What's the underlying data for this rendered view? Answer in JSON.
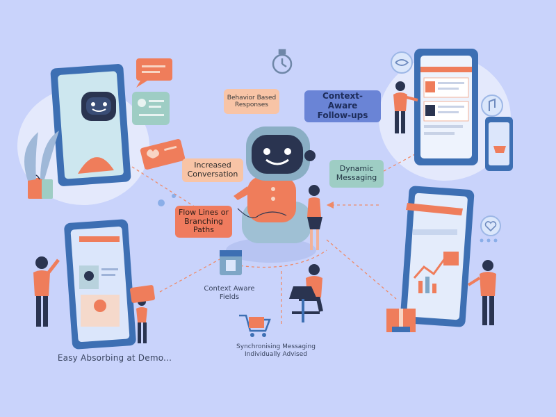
{
  "labels": {
    "behavior_responses": "Behavior Based Responses",
    "context_followups": "Context-Aware Follow-ups",
    "increased_conversation": "Increased Conversation",
    "dynamic_messaging": "Dynamic Messaging",
    "flow_lines": "Flow Lines or Branching Paths",
    "context_fields": "Context Aware Fields",
    "synchronising": "Synchronising Messaging Individually Advised",
    "easy_absorbing": "Easy Absorbing at Demo..."
  },
  "colors": {
    "background": "#c9d3fb",
    "bubble_peach": "#f8c4a6",
    "bubble_blue": "#6a84d6",
    "bubble_teal": "#9ecdc4",
    "bubble_coral": "#ef7b5e",
    "device_blue": "#3d6fb3",
    "robot_navy": "#2a3450",
    "person_orange": "#ef7d5b"
  }
}
